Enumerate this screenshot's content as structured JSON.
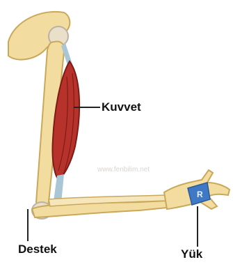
{
  "labels": {
    "force": "Kuvvet",
    "fulcrum": "Destek",
    "load": "Yük",
    "load_mark": "R"
  },
  "watermark": "www.fenbilim.net",
  "colors": {
    "bone": "#f2dca0",
    "bone_outline": "#c9a85a",
    "muscle": "#b8322c",
    "muscle_dark": "#7d1c17",
    "tendon": "#a9c6d6",
    "skin_shadow": "#e8c98a",
    "weight": "#3f79c6",
    "leader": "#222222"
  }
}
